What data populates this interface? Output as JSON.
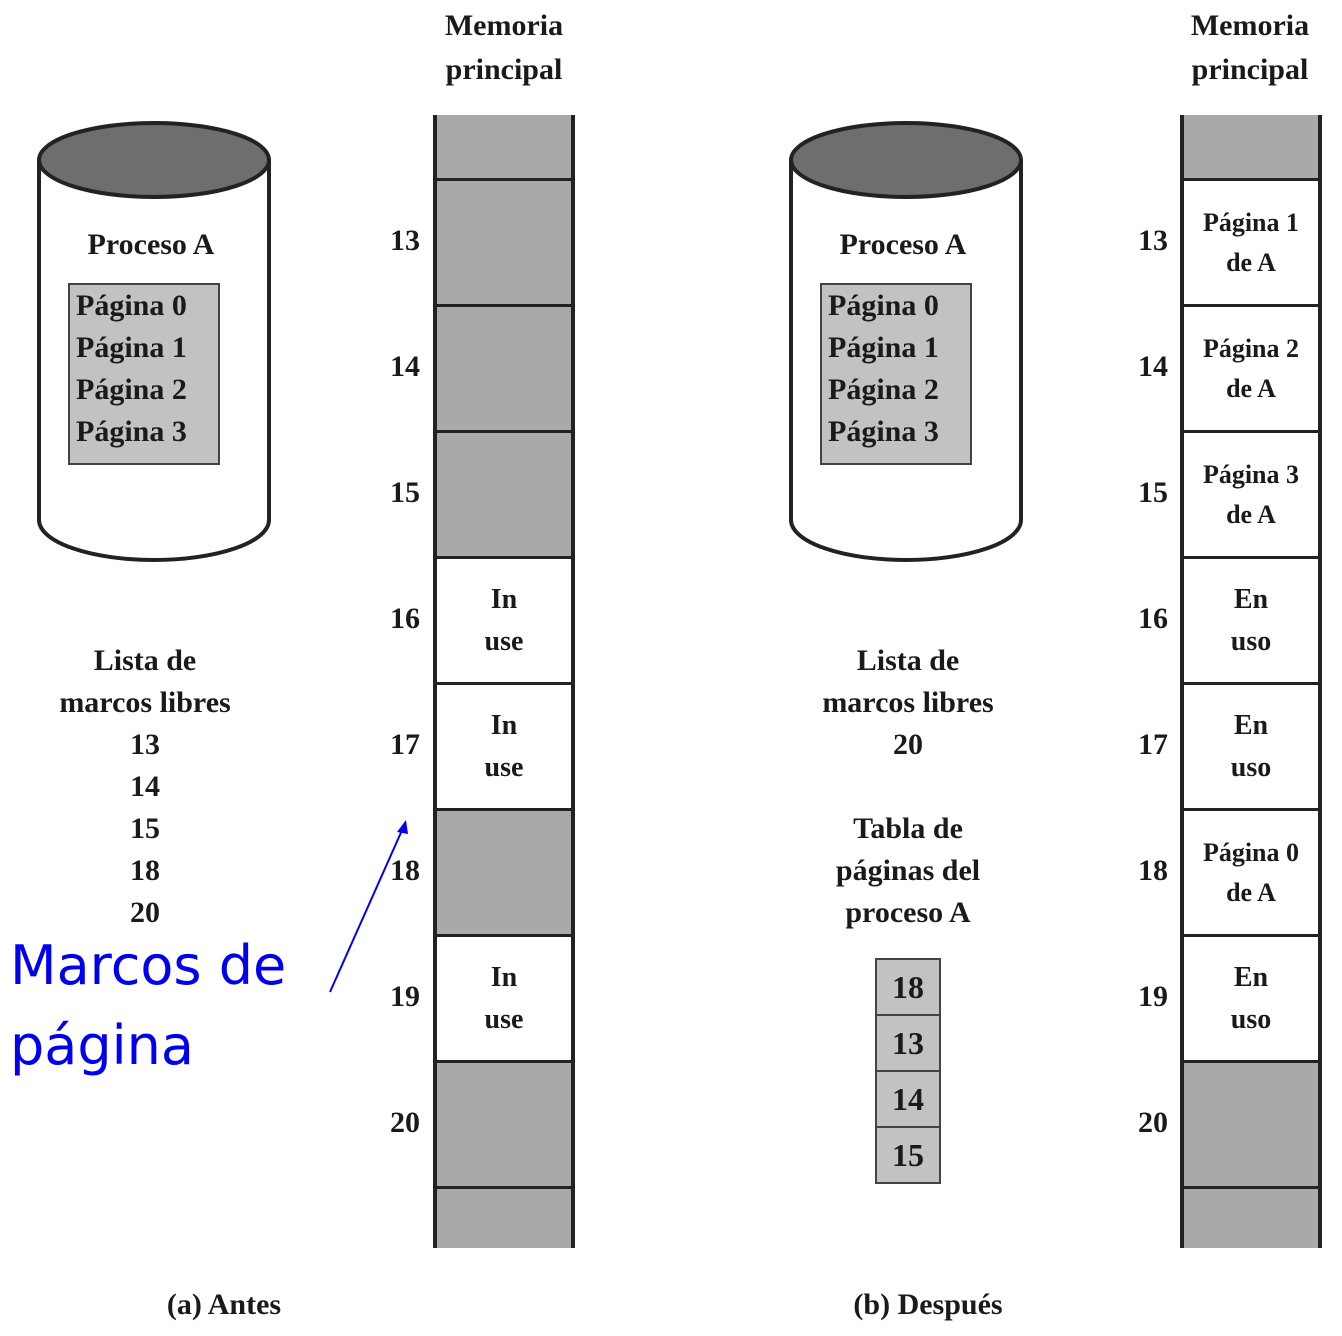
{
  "left": {
    "memory_title": [
      "Memoria",
      "principal"
    ],
    "process": {
      "title": "Proceso A",
      "pages": [
        "Página 0",
        "Página 1",
        "Página 2",
        "Página 3"
      ]
    },
    "free_list": {
      "title": [
        "Lista de",
        "marcos libres"
      ],
      "frames": [
        "13",
        "14",
        "15",
        "18",
        "20"
      ]
    },
    "frame_numbers": [
      "13",
      "14",
      "15",
      "16",
      "17",
      "18",
      "19",
      "20"
    ],
    "frames": [
      {
        "type": "free",
        "lines": []
      },
      {
        "type": "free",
        "lines": []
      },
      {
        "type": "free",
        "lines": []
      },
      {
        "type": "free",
        "lines": []
      },
      {
        "type": "used",
        "lines": [
          "In",
          "use"
        ]
      },
      {
        "type": "used",
        "lines": [
          "In",
          "use"
        ]
      },
      {
        "type": "free",
        "lines": []
      },
      {
        "type": "used",
        "lines": [
          "In",
          "use"
        ]
      },
      {
        "type": "free",
        "lines": []
      },
      {
        "type": "free",
        "lines": []
      }
    ],
    "caption": "(a) Antes"
  },
  "right": {
    "memory_title": [
      "Memoria",
      "principal"
    ],
    "process": {
      "title": "Proceso A",
      "pages": [
        "Página 0",
        "Página 1",
        "Página 2",
        "Página 3"
      ]
    },
    "free_list": {
      "title": [
        "Lista de",
        "marcos libres"
      ],
      "frames": [
        "20"
      ]
    },
    "page_table": {
      "title": [
        "Tabla de",
        "páginas del",
        "proceso A"
      ],
      "entries": [
        "18",
        "13",
        "14",
        "15"
      ]
    },
    "frame_numbers": [
      "13",
      "14",
      "15",
      "16",
      "17",
      "18",
      "19",
      "20"
    ],
    "frames": [
      {
        "type": "free",
        "lines": []
      },
      {
        "type": "page",
        "lines": [
          "Página 1",
          "de A"
        ]
      },
      {
        "type": "page",
        "lines": [
          "Página 2",
          "de A"
        ]
      },
      {
        "type": "page",
        "lines": [
          "Página 3",
          "de A"
        ]
      },
      {
        "type": "used",
        "lines": [
          "En",
          "uso"
        ]
      },
      {
        "type": "used",
        "lines": [
          "En",
          "uso"
        ]
      },
      {
        "type": "page",
        "lines": [
          "Página 0",
          "de A"
        ]
      },
      {
        "type": "used",
        "lines": [
          "En",
          "uso"
        ]
      },
      {
        "type": "free",
        "lines": []
      },
      {
        "type": "free",
        "lines": []
      }
    ],
    "caption": "(b) Después"
  },
  "annotation": {
    "lines": [
      "Marcos de",
      "página"
    ],
    "color": "#0000ee"
  },
  "colors": {
    "free_frame": "#a9a9ab",
    "page_box": "#c2c2c4",
    "disk_top": "#6e6e70"
  }
}
